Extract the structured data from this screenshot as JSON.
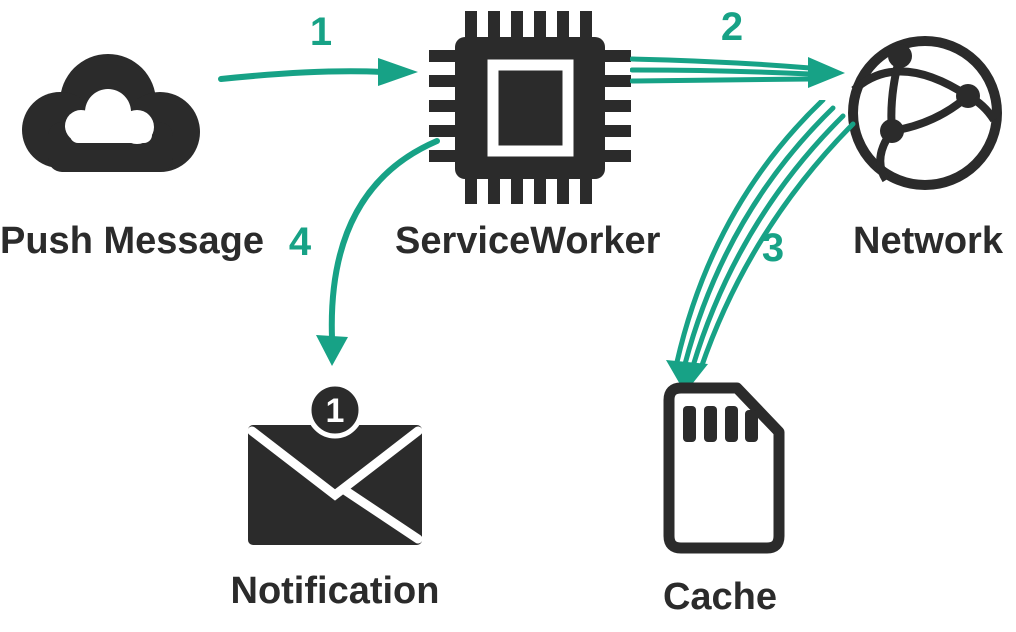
{
  "colors": {
    "accent": "#17a286",
    "dark": "#2b2b2b",
    "background": "#ffffff"
  },
  "nodes": {
    "push_message": {
      "label": "Push Message",
      "icon": "cloud-icon"
    },
    "service_worker": {
      "label": "ServiceWorker",
      "icon": "chip-icon"
    },
    "network": {
      "label": "Network",
      "icon": "globe-icon"
    },
    "notification": {
      "label": "Notification",
      "icon": "envelope-icon",
      "badge": "1"
    },
    "cache": {
      "label": "Cache",
      "icon": "sdcard-icon"
    }
  },
  "steps": {
    "s1": "1",
    "s2": "2",
    "s3": "3",
    "s4": "4"
  }
}
